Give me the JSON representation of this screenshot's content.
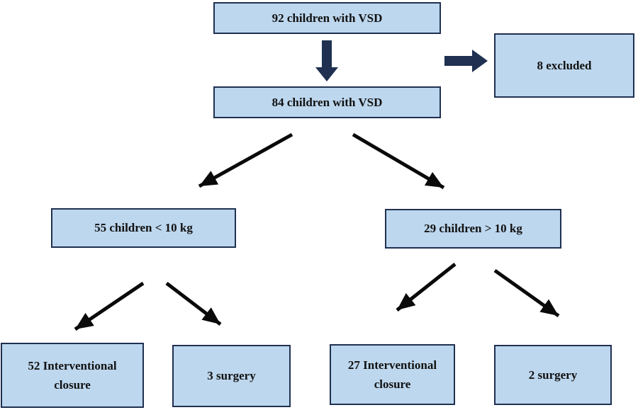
{
  "diagram": {
    "type": "flowchart",
    "nodes": [
      {
        "id": "total",
        "label": "92 children with VSD"
      },
      {
        "id": "included",
        "label": "84 children with VSD"
      },
      {
        "id": "excluded",
        "label": "8 excluded"
      },
      {
        "id": "under_10kg",
        "label": "55 children < 10 kg"
      },
      {
        "id": "over_10kg",
        "label": "29 children > 10 kg"
      },
      {
        "id": "under10_interventional",
        "label": "52 Interventional closure"
      },
      {
        "id": "under10_surgery",
        "label": "3 surgery"
      },
      {
        "id": "over10_interventional",
        "label": "27 Interventional closure"
      },
      {
        "id": "over10_surgery",
        "label": "2 surgery"
      }
    ],
    "edges": [
      {
        "from": "total",
        "to": "included",
        "style": "block-arrow-down"
      },
      {
        "from": "total",
        "to": "excluded",
        "style": "block-arrow-right"
      },
      {
        "from": "included",
        "to": "under_10kg",
        "style": "line-arrow"
      },
      {
        "from": "included",
        "to": "over_10kg",
        "style": "line-arrow"
      },
      {
        "from": "under_10kg",
        "to": "under10_interventional",
        "style": "line-arrow"
      },
      {
        "from": "under_10kg",
        "to": "under10_surgery",
        "style": "line-arrow"
      },
      {
        "from": "over_10kg",
        "to": "over10_interventional",
        "style": "line-arrow"
      },
      {
        "from": "over_10kg",
        "to": "over10_surgery",
        "style": "line-arrow"
      }
    ]
  },
  "colors": {
    "box_fill": "#bdd7ee",
    "box_border": "#1f3050",
    "block_arrow": "#1f3050",
    "line_arrow": "#0a0a0a",
    "text_color": "#111111",
    "page_bg": "#ffffff"
  }
}
